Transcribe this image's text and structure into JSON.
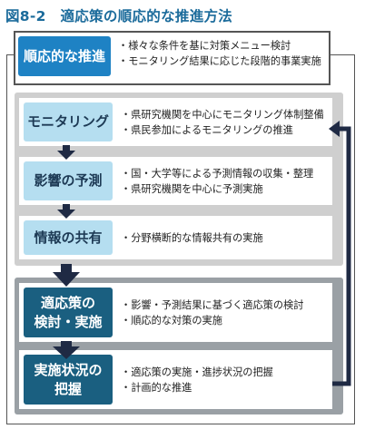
{
  "title": "図8-2　適応策の順応的な推進方法",
  "steps": [
    {
      "label": "順応的な推進",
      "items": [
        "・様々な条件を基に対策メニュー検討",
        "・モニタリング結果に応じた段階的事業実施"
      ]
    },
    {
      "label": "モニタリング",
      "items": [
        "・県研究機関を中心にモニタリング体制整備",
        "・県民参加によるモニタリングの推進"
      ]
    },
    {
      "label": "影響の予測",
      "items": [
        "・国・大学等による予測情報の収集・整理",
        "・県研究機関を中心に予測実施"
      ]
    },
    {
      "label": "情報の共有",
      "items": [
        "・分野横断的な情報共有の実施"
      ]
    },
    {
      "label_lines": [
        "適応策の",
        "検討・実施"
      ],
      "items": [
        "・影響・予測結果に基づく適応策の検討",
        "・順応的な対策の実施"
      ]
    },
    {
      "label_lines": [
        "実施状況の",
        "把握"
      ],
      "items": [
        "・適応策の実施・進捗状況の把握",
        "・計画的な推進"
      ]
    }
  ],
  "colors": {
    "title": "#1b6b9b",
    "label_top": "#1e82c4",
    "label_light": "#b5def0",
    "label_dark": "#1a5f80",
    "arrow": "#1f2a44"
  }
}
